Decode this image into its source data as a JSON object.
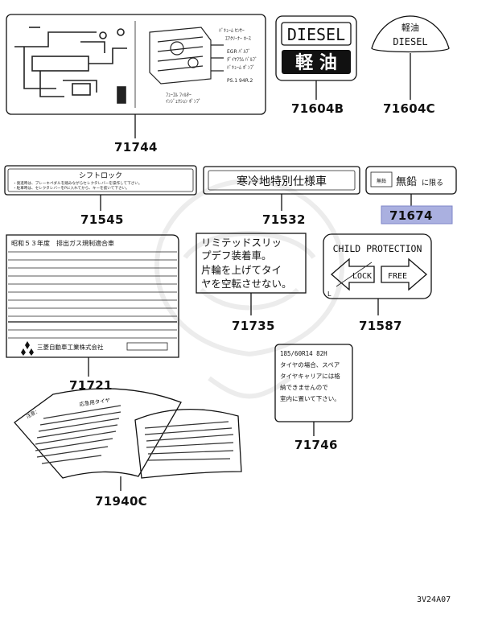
{
  "parts": {
    "p71744": "71744",
    "p71604B": "71604B",
    "p71604C": "71604C",
    "p71545": "71545",
    "p71532": "71532",
    "p71674": "71674",
    "p71721": "71721",
    "p71735": "71735",
    "p71587": "71587",
    "p71746": "71746",
    "p71940C": "71940C"
  },
  "labels": {
    "diesel_en": "DIESEL",
    "diesel_jp": "軽 油",
    "diesel_c_top": "軽油",
    "diesel_c_bottom": "DIESEL",
    "shift_lock_title": "シフトロック",
    "shift_lock_line1": "・発進時は、ブレーキペダルを踏みながらセレクタレバーを操作して下さい。",
    "shift_lock_line2": "・駐車時は、セレクタレバーをPに入れてから、キーを抜いて下さい。",
    "cold_region": "寒冷地特別仕様車",
    "unleaded_mark": "無鉛",
    "unleaded_main": "無鉛",
    "unleaded_suffix": "に限る",
    "emission_title": "昭和５３年度　排出ガス規制適合車",
    "mitsubishi": "三菱自動車工業株式会社",
    "lsd_line1": "リミテッドスリッ",
    "lsd_line2": "プデフ装着車。",
    "lsd_line3": "片輪を上げてタイ",
    "lsd_line4": "ヤを空転させない。",
    "child_title": "CHILD PROTECTION",
    "child_lock": "LOCK",
    "child_free": "FREE",
    "child_l": "L",
    "tire_line1": "185/60R14  82H",
    "tire_line2": "タイヤの場合、スペア",
    "tire_line3": "タイヤキャリアには格",
    "tire_line4": "納できませんので",
    "tire_line5": "室内に置いて下さい。",
    "temp_tire_title": "応急用タイヤ",
    "temp_tire_note": "注意：",
    "diagram_code": "3V24A07"
  },
  "highlight_color": "#aab0e0"
}
